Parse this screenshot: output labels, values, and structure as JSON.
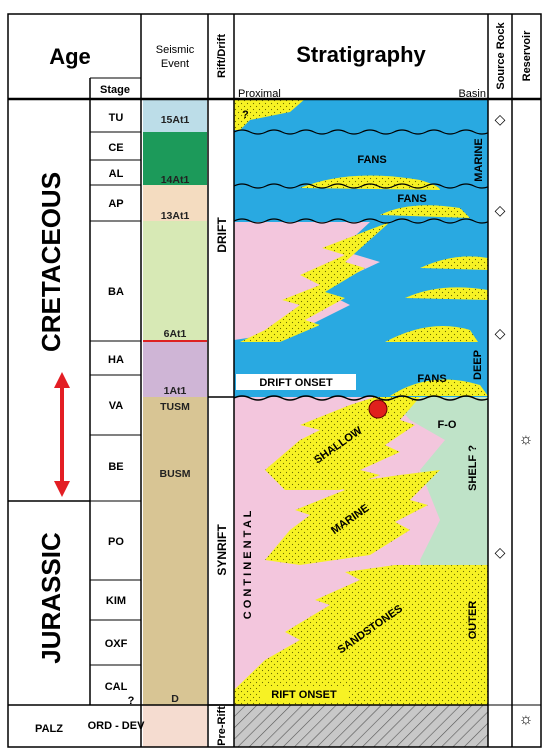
{
  "headers": {
    "age": "Age",
    "stage": "Stage",
    "seismic_line1": "Seismic",
    "seismic_line2": "Event",
    "rift_drift": "Rift/Drift",
    "stratigraphy": "Stratigraphy",
    "proximal": "Proximal",
    "basin": "Basin",
    "source_rock": "Source Rock",
    "reservoir": "Reservoir"
  },
  "eras": [
    {
      "label": "CRETACEOUS"
    },
    {
      "label": "JURASSIC"
    },
    {
      "label": "PALZ"
    }
  ],
  "stages": [
    "TU",
    "CE",
    "AL",
    "AP",
    "BA",
    "HA",
    "VA",
    "BE",
    "PO",
    "KIM",
    "OXF",
    "CAL",
    "ORD - DEV"
  ],
  "stage_question": "?",
  "seismic_events": [
    "15At1",
    "14At1",
    "13At1",
    "6At1",
    "1At1",
    "TUSM",
    "BUSM",
    "D"
  ],
  "phases": {
    "drift": "DRIFT",
    "synrift": "SYNRIFT",
    "prerift": "Pre-Rift"
  },
  "strat_labels": {
    "question": "?",
    "fans1": "FANS",
    "fans2": "FANS",
    "fans3": "FANS",
    "marine": "MARINE",
    "deep": "DEEP",
    "drift_onset": "DRIFT ONSET",
    "fo": "F-O",
    "shallow": "SHALLOW",
    "shelf": "SHELF ?",
    "marine2": "MARINE",
    "continental": "C O N T I N E N T A L",
    "sandstones": "SANDSTONES",
    "outer": "OUTER",
    "rift_onset": "RIFT ONSET"
  },
  "source_rock_symbols": [
    "◇",
    "◇",
    "◇",
    "◇"
  ],
  "reservoir_symbols": [
    "☼",
    "☼"
  ],
  "colors": {
    "marine_blue": "#29a9e1",
    "continental_pink": "#f3c6dd",
    "shelf_green": "#bfe3c8",
    "sand_yellow": "#f7f224",
    "arrow_red": "#e31e24",
    "fo_dot": "#e0201c"
  }
}
